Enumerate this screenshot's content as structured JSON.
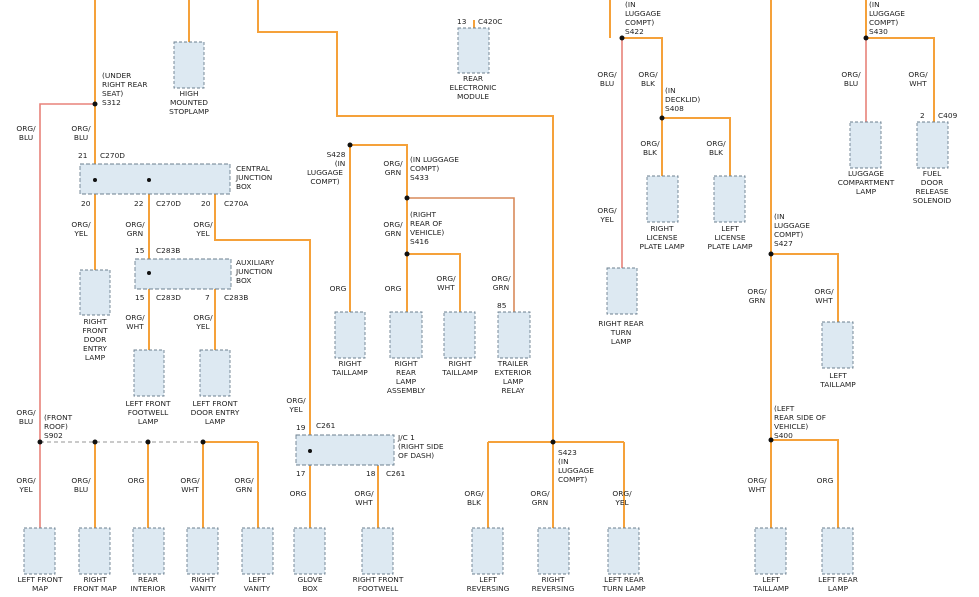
{
  "components": {
    "high_mounted_stoplamp": [
      "HIGH",
      "MOUNTED",
      "STOPLAMP"
    ],
    "rear_electronic_module": [
      "REAR",
      "ELECTRONIC",
      "MODULE"
    ],
    "right_front_door_entry_lamp": [
      "RIGHT",
      "FRONT",
      "DOOR",
      "ENTRY",
      "LAMP"
    ],
    "left_front_footwell_lamp": [
      "LEFT FRONT",
      "FOOTWELL",
      "LAMP"
    ],
    "left_front_door_entry_lamp": [
      "LEFT FRONT",
      "DOOR ENTRY",
      "LAMP"
    ],
    "right_taillamp_1": [
      "RIGHT",
      "TAILLAMP"
    ],
    "right_rear_lamp_assembly": [
      "RIGHT",
      "REAR",
      "LAMP",
      "ASSEMBLY"
    ],
    "right_taillamp_2": [
      "RIGHT",
      "TAILLAMP"
    ],
    "trailer_exterior_lamp_relay": [
      "TRAILER",
      "EXTERIOR",
      "LAMP",
      "RELAY"
    ],
    "right_rear_turn_lamp": [
      "RIGHT REAR",
      "TURN",
      "LAMP"
    ],
    "right_license_plate_lamp": [
      "RIGHT",
      "LICENSE",
      "PLATE LAMP"
    ],
    "left_license_plate_lamp": [
      "LEFT",
      "LICENSE",
      "PLATE LAMP"
    ],
    "luggage_compartment_lamp": [
      "LUGGAGE",
      "COMPARTMENT",
      "LAMP"
    ],
    "fuel_door_release_solenoid": [
      "FUEL",
      "DOOR",
      "RELEASE",
      "SOLENOID"
    ],
    "left_taillamp_upper": [
      "LEFT",
      "TAILLAMP"
    ],
    "left_front_map": [
      "LEFT FRONT",
      "MAP"
    ],
    "right_front_map": [
      "RIGHT",
      "FRONT MAP"
    ],
    "rear_interior": [
      "REAR",
      "INTERIOR"
    ],
    "right_vanity": [
      "RIGHT",
      "VANITY"
    ],
    "left_vanity": [
      "LEFT",
      "VANITY"
    ],
    "glove_box": [
      "GLOVE",
      "BOX"
    ],
    "right_front_footwell": [
      "RIGHT FRONT",
      "FOOTWELL"
    ],
    "left_reversing": [
      "LEFT",
      "REVERSING"
    ],
    "right_reversing": [
      "RIGHT",
      "REVERSING"
    ],
    "left_rear_turn_lamp": [
      "LEFT REAR",
      "TURN LAMP"
    ],
    "left_taillamp_lower": [
      "LEFT",
      "TAILLAMP"
    ],
    "left_rear_lamp": [
      "LEFT REAR",
      "LAMP"
    ]
  },
  "junction_blocks": {
    "central": [
      "CENTRAL",
      "JUNCTION",
      "BOX"
    ],
    "auxiliary": [
      "AUXILIARY",
      "JUNCTION",
      "BOX"
    ],
    "jc1": [
      "J/C 1",
      "(RIGHT SIDE",
      "OF DASH)"
    ]
  },
  "splices": {
    "s312": [
      "(UNDER",
      "RIGHT REAR",
      "SEAT)",
      "S312"
    ],
    "s902": [
      "(FRONT",
      "ROOF)",
      "S902"
    ],
    "s428": [
      "S428",
      "(IN",
      "LUGGAGE",
      "COMPT)"
    ],
    "s433": [
      "(IN LUGGAGE",
      "COMPT)",
      "S433"
    ],
    "s416": [
      "(RIGHT",
      "REAR OF",
      "VEHICLE)",
      "S416"
    ],
    "s422": [
      "(IN",
      "LUGGAGE",
      "COMPT)",
      "S422"
    ],
    "s408": [
      "(IN",
      "DECKLID)",
      "S408"
    ],
    "s430": [
      "(IN",
      "LUGGAGE",
      "COMPT)",
      "S430"
    ],
    "s427": [
      "(IN",
      "LUGGAGE",
      "COMPT)",
      "S427"
    ],
    "s400": [
      "(LEFT",
      "REAR SIDE OF",
      "VEHICLE)",
      "S400"
    ],
    "s423": [
      "S423",
      "(IN",
      "LUGGAGE",
      "COMPT)"
    ]
  },
  "connectors": {
    "c420c": "C420C",
    "c270d_a": "C270D",
    "c270d_b": "C270D",
    "c270a": "C270A",
    "c283b_a": "C283B",
    "c283d": "C283D",
    "c283b_b": "C283B",
    "c261_a": "C261",
    "c261_b": "C261",
    "c409": "C409"
  },
  "pins": {
    "p13": "13",
    "p21": "21",
    "p20a": "20",
    "p22": "22",
    "p20b": "20",
    "p15a": "15",
    "p15b": "15",
    "p7": "7",
    "p19": "19",
    "p17": "17",
    "p18": "18",
    "p85": "85",
    "p2": "2"
  },
  "wire_labels": {
    "w_org_blu_left": [
      "ORG/",
      "BLU"
    ],
    "w_org_blu_s312": [
      "ORG/",
      "BLU"
    ],
    "w_org_yel_p20": [
      "ORG/",
      "YEL"
    ],
    "w_org_grn_p22": [
      "ORG/",
      "GRN"
    ],
    "w_org_yel_p20b": [
      "ORG/",
      "YEL"
    ],
    "w_org_wht_p15": [
      "ORG/",
      "WHT"
    ],
    "w_org_yel_p7": [
      "ORG/",
      "YEL"
    ],
    "w_org_blu_s902": [
      "ORG/",
      "BLU"
    ],
    "w_org_yel_jc1": [
      "ORG/",
      "YEL"
    ],
    "w_org_yel_lfm": [
      "ORG/",
      "YEL"
    ],
    "w_org_blu_rfm": [
      "ORG/",
      "BLU"
    ],
    "w_org_ri": [
      "ORG"
    ],
    "w_org_wht_rv": [
      "ORG/",
      "WHT"
    ],
    "w_org_grn_lv": [
      "ORG/",
      "GRN"
    ],
    "w_org_gb": [
      "ORG"
    ],
    "w_org_wht_rff": [
      "ORG/",
      "WHT"
    ],
    "w_org_rt1": [
      "ORG"
    ],
    "w_org_grn_s433": [
      "ORG/",
      "GRN"
    ],
    "w_org_grn_s416": [
      "ORG/",
      "GRN"
    ],
    "w_org_rrla": [
      "ORG"
    ],
    "w_org_wht_rt2": [
      "ORG/",
      "WHT"
    ],
    "w_org_grn_relay": [
      "ORG/",
      "GRN"
    ],
    "w_org_blu_s422": [
      "ORG/",
      "BLU"
    ],
    "w_org_blk_s422": [
      "ORG/",
      "BLK"
    ],
    "w_org_yel_rrt": [
      "ORG/",
      "YEL"
    ],
    "w_org_blk_rlp": [
      "ORG/",
      "BLK"
    ],
    "w_org_blk_llp": [
      "ORG/",
      "BLK"
    ],
    "w_org_blu_lcl": [
      "ORG/",
      "BLU"
    ],
    "w_org_wht_fuel": [
      "ORG/",
      "WHT"
    ],
    "w_org_grn_s427": [
      "ORG/",
      "GRN"
    ],
    "w_org_wht_lt": [
      "ORG/",
      "WHT"
    ],
    "w_org_blk_lr": [
      "ORG/",
      "BLK"
    ],
    "w_org_grn_rr": [
      "ORG/",
      "GRN"
    ],
    "w_org_yel_lrt": [
      "ORG/",
      "YEL"
    ],
    "w_org_wht_lt2": [
      "ORG/",
      "WHT"
    ],
    "w_org_lrl": [
      "ORG"
    ]
  },
  "colors": {
    "wire_orange": "#f5a13a",
    "wire_red": "#e8827a",
    "wire_brown": "#d98a5a",
    "component_fill": "#dde9f2",
    "component_stroke": "#6b7f8f"
  }
}
